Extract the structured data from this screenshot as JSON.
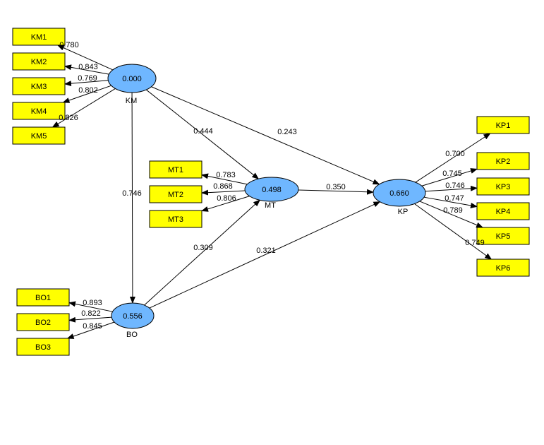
{
  "colors": {
    "indicator_fill": "#ffff00",
    "construct_fill": "#6fb7ff",
    "stroke": "#000000",
    "background": "#ffffff"
  },
  "constructs": [
    {
      "id": "KM",
      "label": "KM",
      "value": "0.000"
    },
    {
      "id": "MT",
      "label": "MT",
      "value": "0.498"
    },
    {
      "id": "KP",
      "label": "KP",
      "value": "0.660"
    },
    {
      "id": "BO",
      "label": "BO",
      "value": "0.556"
    }
  ],
  "indicators": [
    {
      "id": "KM1",
      "label": "KM1"
    },
    {
      "id": "KM2",
      "label": "KM2"
    },
    {
      "id": "KM3",
      "label": "KM3"
    },
    {
      "id": "KM4",
      "label": "KM4"
    },
    {
      "id": "KM5",
      "label": "KM5"
    },
    {
      "id": "MT1",
      "label": "MT1"
    },
    {
      "id": "MT2",
      "label": "MT2"
    },
    {
      "id": "MT3",
      "label": "MT3"
    },
    {
      "id": "KP1",
      "label": "KP1"
    },
    {
      "id": "KP2",
      "label": "KP2"
    },
    {
      "id": "KP3",
      "label": "KP3"
    },
    {
      "id": "KP4",
      "label": "KP4"
    },
    {
      "id": "KP5",
      "label": "KP5"
    },
    {
      "id": "KP6",
      "label": "KP6"
    },
    {
      "id": "BO1",
      "label": "BO1"
    },
    {
      "id": "BO2",
      "label": "BO2"
    },
    {
      "id": "BO3",
      "label": "BO3"
    }
  ],
  "loadings": [
    {
      "from": "KM",
      "to": "KM1",
      "value": "0.780"
    },
    {
      "from": "KM",
      "to": "KM2",
      "value": "0.843"
    },
    {
      "from": "KM",
      "to": "KM3",
      "value": "0.769"
    },
    {
      "from": "KM",
      "to": "KM4",
      "value": "0.802"
    },
    {
      "from": "KM",
      "to": "KM5",
      "value": "0.826"
    },
    {
      "from": "MT",
      "to": "MT1",
      "value": "0.783"
    },
    {
      "from": "MT",
      "to": "MT2",
      "value": "0.868"
    },
    {
      "from": "MT",
      "to": "MT3",
      "value": "0.806"
    },
    {
      "from": "KP",
      "to": "KP1",
      "value": "0.700"
    },
    {
      "from": "KP",
      "to": "KP2",
      "value": "0.745"
    },
    {
      "from": "KP",
      "to": "KP3",
      "value": "0.746"
    },
    {
      "from": "KP",
      "to": "KP4",
      "value": "0.747"
    },
    {
      "from": "KP",
      "to": "KP5",
      "value": "0.789"
    },
    {
      "from": "KP",
      "to": "KP6",
      "value": "0.749"
    },
    {
      "from": "BO",
      "to": "BO1",
      "value": "0.893"
    },
    {
      "from": "BO",
      "to": "BO2",
      "value": "0.822"
    },
    {
      "from": "BO",
      "to": "BO3",
      "value": "0.845"
    }
  ],
  "paths": [
    {
      "from": "KM",
      "to": "MT",
      "value": "0.444"
    },
    {
      "from": "KM",
      "to": "KP",
      "value": "0.243"
    },
    {
      "from": "KM",
      "to": "BO",
      "value": "0.746"
    },
    {
      "from": "MT",
      "to": "KP",
      "value": "0.350"
    },
    {
      "from": "BO",
      "to": "MT",
      "value": "0.309"
    },
    {
      "from": "BO",
      "to": "KP",
      "value": "0.321"
    }
  ]
}
